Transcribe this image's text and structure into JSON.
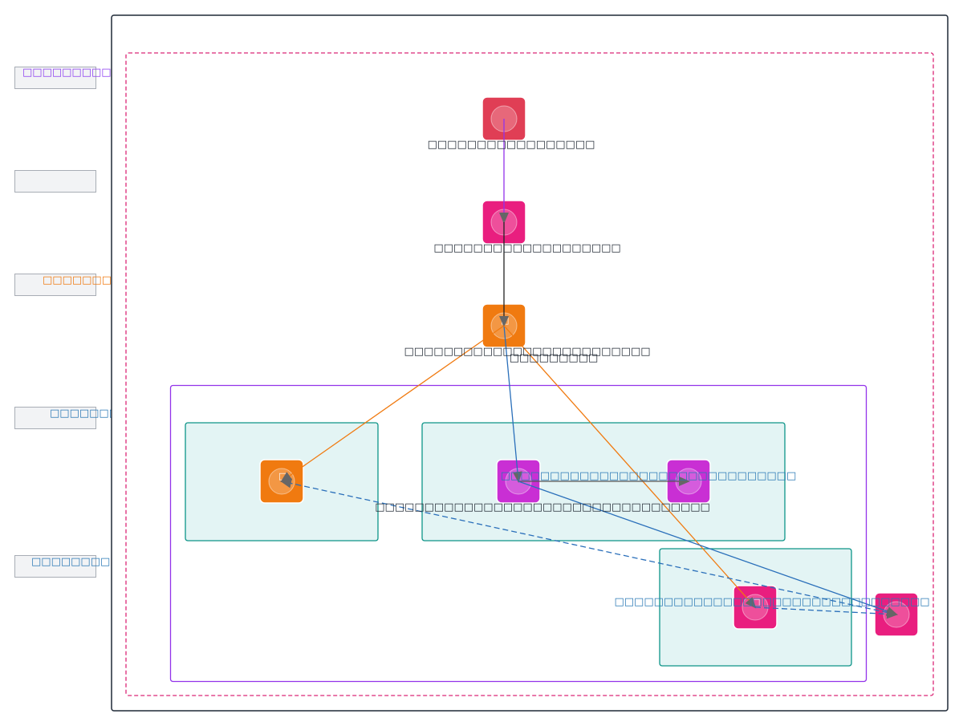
{
  "colors": {
    "outer_frame": "#1f2937",
    "dashed_frame": "#db2777",
    "purple_cluster": "#9333ea",
    "teal_cluster_border": "#0d9488",
    "teal_cluster_fill": "#e3f4f4",
    "legend_fill": "#f2f3f5",
    "legend_border": "#a8adb5",
    "node_red": "#e03e55",
    "node_pink": "#e91e7f",
    "node_orange": "#f07a10",
    "node_magenta": "#c92fd4",
    "edge_purple": "#9333ea",
    "edge_dark": "#222222",
    "edge_orange": "#f07a10",
    "edge_blue": "#2a6fba",
    "arrow_head": "#666666",
    "text_dark": "#222a35",
    "text_blue": "#2a78b5",
    "text_orange": "#f07a10",
    "text_purple": "#8b3cf0"
  },
  "legend": [
    {
      "id": "legend-1",
      "label": "□□□□□□□□□□",
      "color": "#8b3cf0"
    },
    {
      "id": "legend-2",
      "label": "",
      "color": "#222a35"
    },
    {
      "id": "legend-3",
      "label": "□□□□□□□□□□□",
      "color": "#f07a10"
    },
    {
      "id": "legend-4",
      "label": "□□□□□□□□□",
      "color": "#2a78b5"
    },
    {
      "id": "legend-5",
      "label": "□□□□□□□□□□□□□□",
      "color": "#2a78b5"
    }
  ],
  "nodes": [
    {
      "id": "n1",
      "label": "□□□□□□□□□□□□□□□□□",
      "color": "#e03e55",
      "glyph": ""
    },
    {
      "id": "n2",
      "label": "□□□□□□□□□□□□□□□□□□□",
      "color": "#e91e7f",
      "glyph": ""
    },
    {
      "id": "n3",
      "label": "□□□□□□□□□□□□□□□□□□□□□□□□□",
      "color": "#f07a10",
      "glyph": "□"
    },
    {
      "id": "n4",
      "label": "",
      "color": "#f07a10",
      "glyph": "□"
    },
    {
      "id": "n5",
      "label": "□□□□□□□□□□□□□□□□□□□□□□□□□□□□□□□□□□",
      "color": "#c92fd4",
      "glyph": ""
    },
    {
      "id": "n6",
      "label": "",
      "color": "#c92fd4",
      "glyph": ""
    },
    {
      "id": "n7",
      "label": "",
      "color": "#e91e7f",
      "glyph": "□"
    },
    {
      "id": "n8",
      "label": "",
      "color": "#e91e7f",
      "glyph": ""
    }
  ],
  "edges": [
    {
      "from": "n1",
      "to": "n2",
      "color": "#9333ea",
      "dashed": false,
      "label": ""
    },
    {
      "from": "n2",
      "to": "n3",
      "color": "#222222",
      "dashed": false,
      "label": ""
    },
    {
      "from": "n3",
      "to": "n4",
      "color": "#f07a10",
      "dashed": false,
      "label": "□□□□□□□□□"
    },
    {
      "from": "n3",
      "to": "n5",
      "color": "#2a6fba",
      "dashed": false,
      "label": ""
    },
    {
      "from": "n3",
      "to": "n7",
      "color": "#f07a10",
      "dashed": false,
      "label": ""
    },
    {
      "from": "n5",
      "to": "n6",
      "color": "#555555",
      "dashed": false,
      "label": "□□□□□□□□□□□□□□□□□□□□□□□□□□□□□□"
    },
    {
      "from": "n5",
      "to": "n8",
      "color": "#2a6fba",
      "dashed": false,
      "label": ""
    },
    {
      "from": "n8",
      "to": "n4",
      "color": "#2a6fba",
      "dashed": true,
      "label": ""
    },
    {
      "from": "n7",
      "to": "n8",
      "color": "#2a6fba",
      "dashed": true,
      "label": "□□□□□□□□□□□□□□□□□□□□□□□□□□□□□□□□"
    }
  ]
}
